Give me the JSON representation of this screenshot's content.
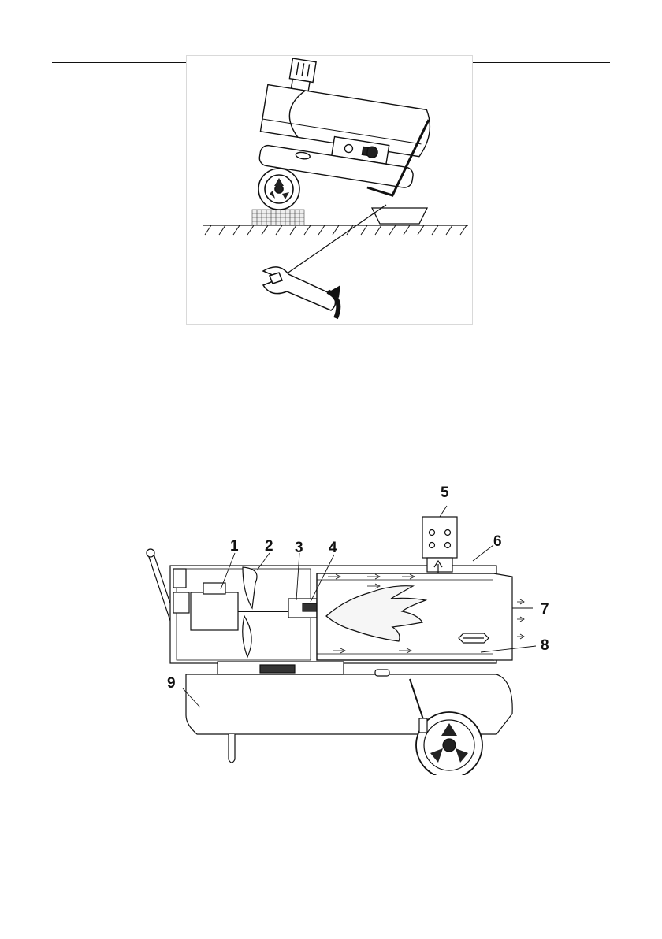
{
  "page": {
    "figure_top": {
      "description_icon": "wrench-drain-icon"
    },
    "figure_bottom": {
      "callouts": [
        {
          "id": "c1",
          "label": "1"
        },
        {
          "id": "c2",
          "label": "2"
        },
        {
          "id": "c3",
          "label": "3"
        },
        {
          "id": "c4",
          "label": "4"
        },
        {
          "id": "c5",
          "label": "5"
        },
        {
          "id": "c6",
          "label": "6"
        },
        {
          "id": "c7",
          "label": "7"
        },
        {
          "id": "c8",
          "label": "8"
        },
        {
          "id": "c9",
          "label": "9"
        }
      ]
    },
    "colors": {
      "ink": "#111111",
      "frame": "#d9d9d9"
    }
  }
}
